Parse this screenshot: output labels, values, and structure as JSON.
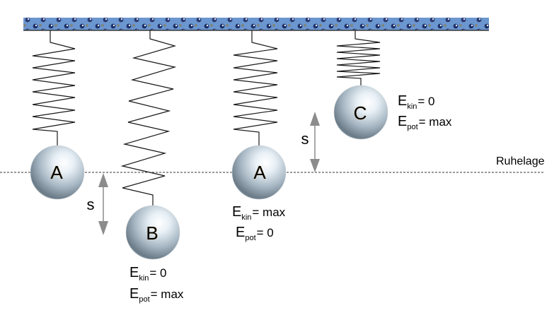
{
  "colors": {
    "ceiling": "#5b88c4",
    "spring": "#1a1a1a",
    "arrow": "#8c8c8c",
    "rest_line": "#333333"
  },
  "rest_line": {
    "label": "Ruhelage"
  },
  "balls": [
    {
      "letter": "A",
      "state": "rest"
    },
    {
      "letter": "B",
      "state": "lowest"
    },
    {
      "letter": "A",
      "state": "rest-moving"
    },
    {
      "letter": "C",
      "state": "highest"
    }
  ],
  "displacement_label": "s",
  "energies": {
    "B": {
      "kin": {
        "sym": "E",
        "sub": "kin",
        "val": "= 0"
      },
      "pot": {
        "sym": "E",
        "sub": "pot",
        "val": "= max"
      }
    },
    "A": {
      "kin": {
        "sym": "E",
        "sub": "kin",
        "val": "= max"
      },
      "pot": {
        "sym": "E",
        "sub": "pot",
        "val": "= 0"
      }
    },
    "C": {
      "kin": {
        "sym": "E",
        "sub": "kin",
        "val": "= 0"
      },
      "pot": {
        "sym": "E",
        "sub": "pot",
        "val": "= max"
      }
    }
  }
}
